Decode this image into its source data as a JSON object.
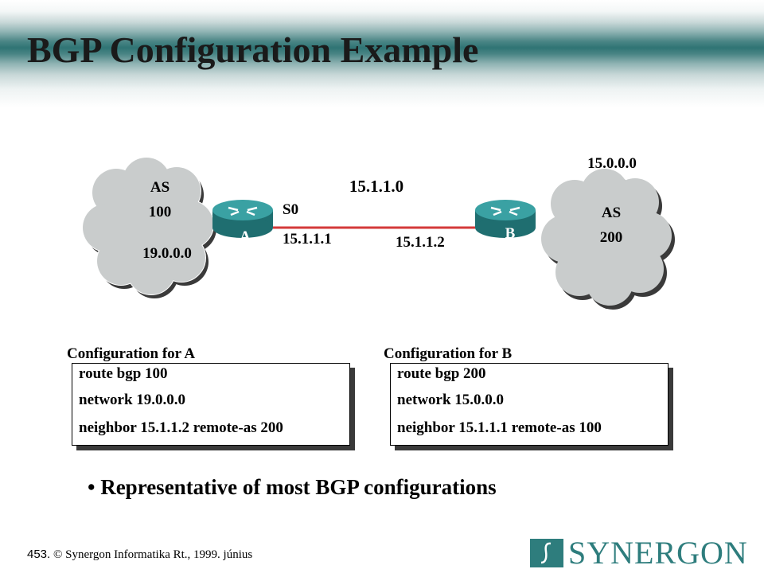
{
  "title": "BGP Configuration Example",
  "diagram": {
    "as_left": {
      "label": "AS",
      "number": "100",
      "network": "19.0.0.0"
    },
    "as_right": {
      "label": "AS",
      "number": "200",
      "network": "15.0.0.0"
    },
    "router_a": {
      "label": "A"
    },
    "router_b": {
      "label": "B"
    },
    "link": {
      "network": "15.1.1.0",
      "interface": "S0",
      "ip_a": "15.1.1.1",
      "ip_b": "15.1.1.2"
    }
  },
  "config_a": {
    "title": "Configuration for A",
    "lines": [
      "route bgp 100",
      "network 19.0.0.0",
      "neighbor 15.1.1.2 remote-as 200"
    ]
  },
  "config_b": {
    "title": "Configuration for B",
    "lines": [
      "route bgp 200",
      "network 15.0.0.0",
      "neighbor 15.1.1.1 remote-as 100"
    ]
  },
  "bullet": "Representative of most BGP configurations",
  "footer": {
    "page_number": "453.",
    "copyright": "© Synergon Informatika Rt., 1999. június"
  },
  "logo": {
    "text": "SYNERGON",
    "mark": "∫"
  },
  "colors": {
    "cloud": "#c9cccc",
    "router": "#2b8a8c",
    "link": "#d43a3a",
    "brand": "#2e7d7d"
  }
}
